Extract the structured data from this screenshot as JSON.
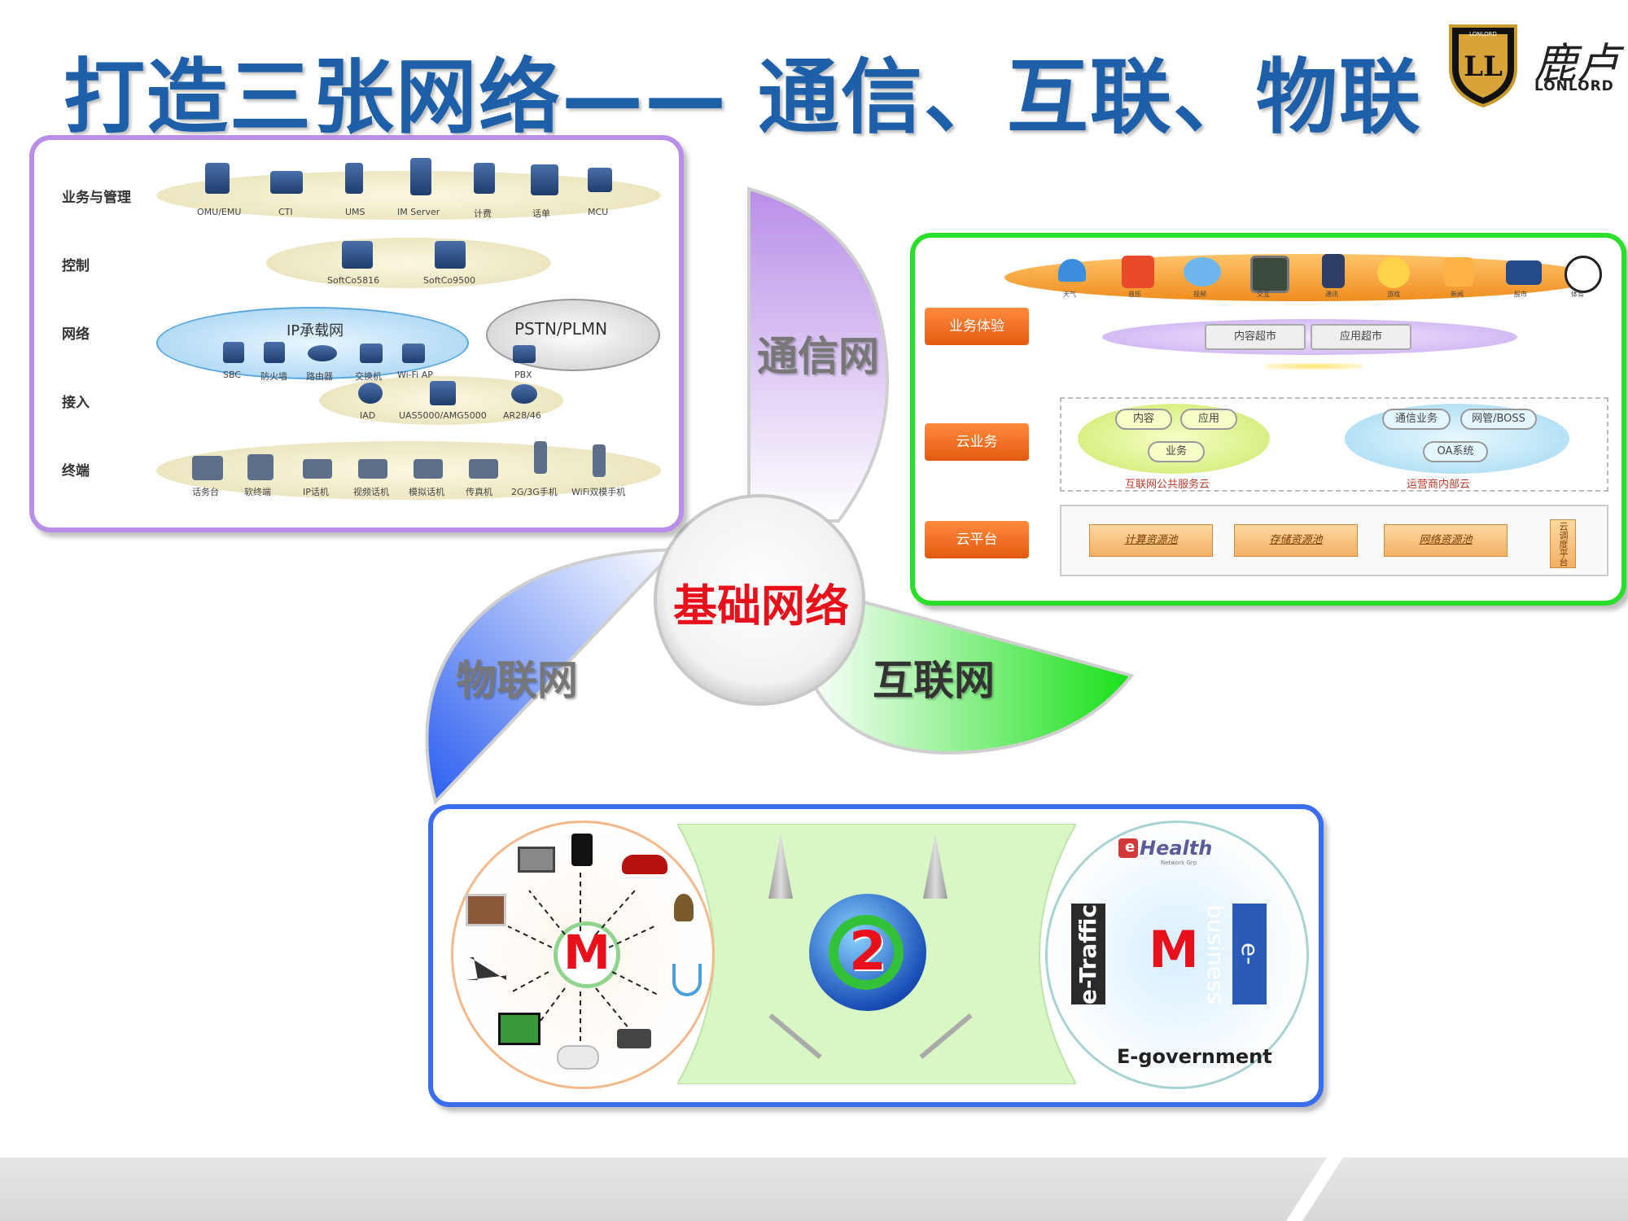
{
  "title": "打造三张网络—— 通信、互联、物联",
  "logo": {
    "mark": "LL",
    "cn": "鹿卢",
    "en": "LONLORD",
    "badge_text": "LONLORD"
  },
  "center": {
    "label": "基础网络",
    "color": "#e8101a"
  },
  "networks": {
    "telecom": "通信网",
    "internet": "互联网",
    "iot": "物联网"
  },
  "colors": {
    "title": "#1d5fa8",
    "telecom": "#b98ee8",
    "internet": "#2adf2a",
    "iot": "#3a6df0"
  },
  "telecom_panel": {
    "layers": [
      "业务与管理",
      "控制",
      "网络",
      "接入",
      "终端"
    ],
    "mgmt_items": [
      "OMU/EMU",
      "CTI",
      "UMS",
      "IM Server",
      "计费",
      "话单",
      "MCU"
    ],
    "control_items": [
      "SoftCo5816",
      "SoftCo9500"
    ],
    "ip_cloud": "IP承载网",
    "pstn_cloud": "PSTN/PLMN",
    "network_items": [
      "SBC",
      "防火墙",
      "路由器",
      "交换机",
      "Wi-Fi AP"
    ],
    "pbx": "PBX",
    "access_items": [
      "IAD",
      "UAS5000/AMG5000",
      "AR28/46"
    ],
    "terminal_items": [
      "话务台",
      "软终端",
      "IP话机",
      "视频话机",
      "模拟话机",
      "传真机",
      "2G/3G手机",
      "WiFi双模手机"
    ]
  },
  "internet_panel": {
    "top_items": [
      "天气",
      "音乐",
      "视频",
      "交互",
      "通讯",
      "游戏",
      "新闻",
      "股市",
      "体育"
    ],
    "tags": [
      "业务体验",
      "云业务",
      "云平台"
    ],
    "markets": [
      "内容超市",
      "应用超市"
    ],
    "public_cloud": {
      "items": [
        "内容",
        "应用",
        "业务"
      ],
      "label": "互联网公共服务云"
    },
    "private_cloud": {
      "items": [
        "通信业务",
        "网管/BOSS",
        "OA系统"
      ],
      "label": "运营商内部云"
    },
    "pools": [
      "计算资源池",
      "存储资源池",
      "网络资源池"
    ],
    "scheduler": "云调度平台"
  },
  "iot_panel": {
    "hub_left": "M",
    "hub_mid": "2",
    "hub_right": "M",
    "ehealth": "Health",
    "ehealth_prefix": "e",
    "ehealth_sub": "Network Grp",
    "etraffic": "e-Traffic",
    "ebusiness": "e-business",
    "egovernment": "E-government"
  }
}
